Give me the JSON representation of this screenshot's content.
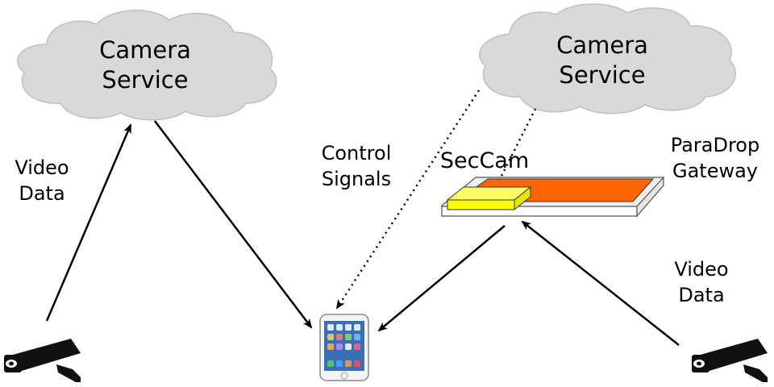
{
  "clouds": {
    "left": {
      "line1": "Camera",
      "line2": "Service"
    },
    "right": {
      "line1": "Camera",
      "line2": "Service"
    }
  },
  "labels": {
    "video_data_left": {
      "line1": "Video",
      "line2": "Data"
    },
    "video_data_right": {
      "line1": "Video",
      "line2": "Data"
    },
    "control_signals": {
      "line1": "Control",
      "line2": "Signals"
    },
    "seccam": "SecCam",
    "paradrop_gateway": {
      "line1": "ParaDrop",
      "line2": "Gateway"
    }
  },
  "colors": {
    "cloud_fill": "#d9d9d9",
    "cloud_stroke": "#bfbfbf",
    "gateway_board": "#f2f2f2",
    "gateway_chip_orange": "#ff6600",
    "seccam_chip_yellow": "#ffff00",
    "arrow": "#000000"
  },
  "icons": {
    "camera_left": "security-camera-icon",
    "camera_right": "security-camera-icon",
    "phone": "smartphone-icon"
  }
}
